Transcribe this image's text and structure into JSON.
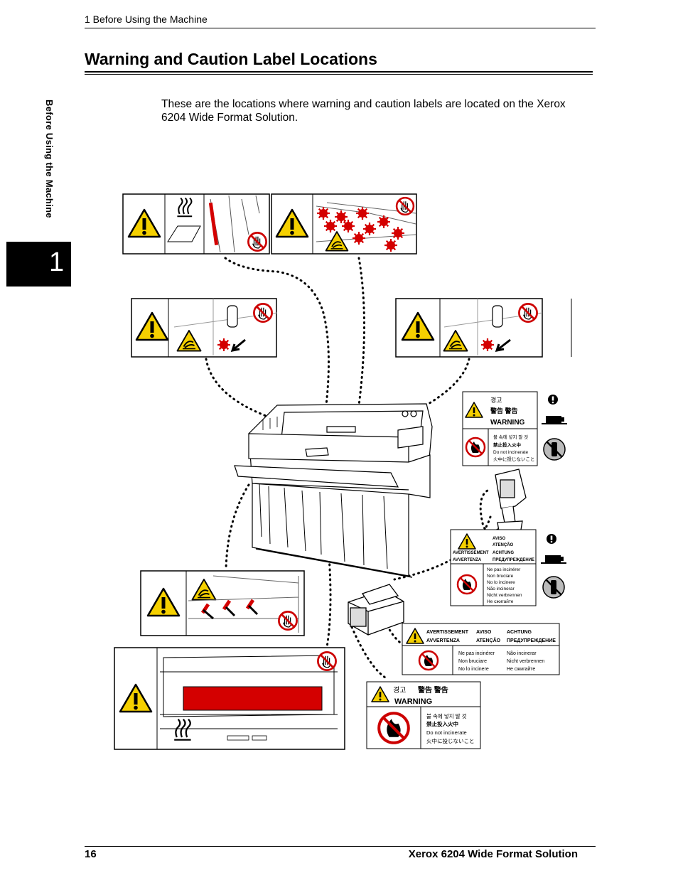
{
  "header": {
    "running_title": "1 Before Using the Machine"
  },
  "section": {
    "title": "Warning and Caution Label Locations"
  },
  "side_tab": {
    "label": "Before Using the Machine",
    "chapter_number": "1"
  },
  "intro": "These are the locations where warning and caution labels are located on the Xerox 6204 Wide Format Solution.",
  "labels": {
    "korean_caution": "경고",
    "cjk_warning": "警告  警告",
    "warning": "WARNING",
    "korean_noburn": "불 속에 넣지 말 것",
    "chinese_noburn": "禁止投入火中",
    "do_not_incinerate": "Do not incinerate",
    "japanese_noburn": "火中に投じないこと",
    "aviso": "AVISO",
    "atencao": "ATENÇÃO",
    "avertissement": "AVERTISSEMENT",
    "achtung": "ACHTUNG",
    "avvertenza": "AVVERTENZA",
    "russian_warning": "ПРЕДУПРЕЖДЕНИЕ",
    "fr_noburn": "Ne pas incinérer",
    "it_noburn": "Non bruciare",
    "es_noburn": "No lo incinere",
    "pt_noburn": "Não incinerar",
    "de_noburn": "Nicht verbrennen",
    "ru_noburn": "Не сжигайте"
  },
  "footer": {
    "page_number": "16",
    "product": "Xerox 6204 Wide Format Solution"
  },
  "colors": {
    "warning_yellow": "#f5d000",
    "hot_red": "#d40000",
    "prohibit_red": "#cc0000"
  }
}
